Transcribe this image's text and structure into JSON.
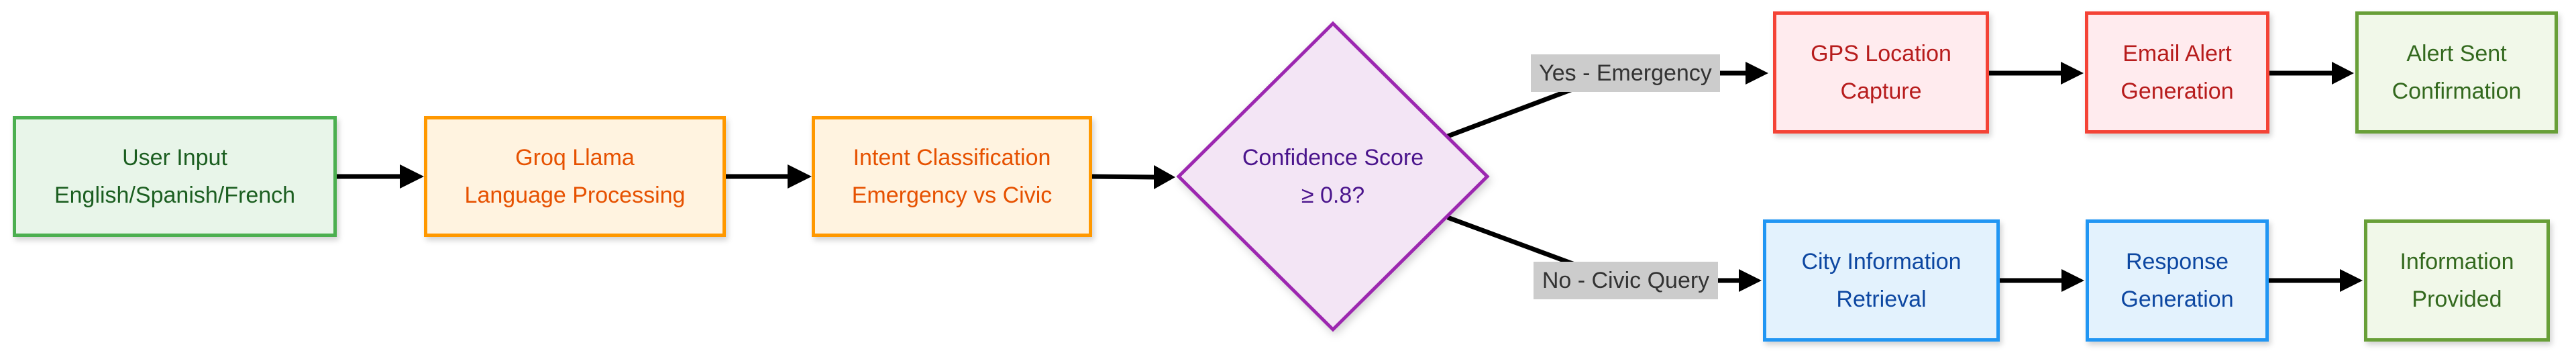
{
  "diagram": {
    "nodes": {
      "user_input": {
        "line1": "User Input",
        "line2": "English/Spanish/French"
      },
      "groq_llama": {
        "line1": "Groq Llama",
        "line2": "Language Processing"
      },
      "intent_classification": {
        "line1": "Intent Classification",
        "line2": "Emergency vs Civic"
      },
      "confidence_decision": {
        "line1": "Confidence Score",
        "line2": "≥ 0.8?"
      },
      "gps_location": {
        "line1": "GPS Location",
        "line2": "Capture"
      },
      "email_alert": {
        "line1": "Email Alert",
        "line2": "Generation"
      },
      "alert_sent": {
        "line1": "Alert Sent",
        "line2": "Confirmation"
      },
      "city_information": {
        "line1": "City Information",
        "line2": "Retrieval"
      },
      "response_generation": {
        "line1": "Response",
        "line2": "Generation"
      },
      "information_provided": {
        "line1": "Information",
        "line2": "Provided"
      }
    },
    "edge_labels": {
      "yes": "Yes - Emergency",
      "no": "No - Civic Query"
    },
    "edges": [
      {
        "from": "user_input",
        "to": "groq_llama"
      },
      {
        "from": "groq_llama",
        "to": "intent_classification"
      },
      {
        "from": "intent_classification",
        "to": "confidence_decision"
      },
      {
        "from": "confidence_decision",
        "to": "gps_location",
        "label": "Yes - Emergency"
      },
      {
        "from": "gps_location",
        "to": "email_alert"
      },
      {
        "from": "email_alert",
        "to": "alert_sent"
      },
      {
        "from": "confidence_decision",
        "to": "city_information",
        "label": "No - Civic Query"
      },
      {
        "from": "city_information",
        "to": "response_generation"
      },
      {
        "from": "response_generation",
        "to": "information_provided"
      }
    ],
    "colors": {
      "input_output_green": "#4caf50",
      "processing_orange": "#ff9800",
      "decision_purple": "#9c27b0",
      "emergency_red": "#f44336",
      "civic_blue": "#2196f3",
      "final_green": "#689f38",
      "edge_label_bg": "#cccccc"
    }
  }
}
